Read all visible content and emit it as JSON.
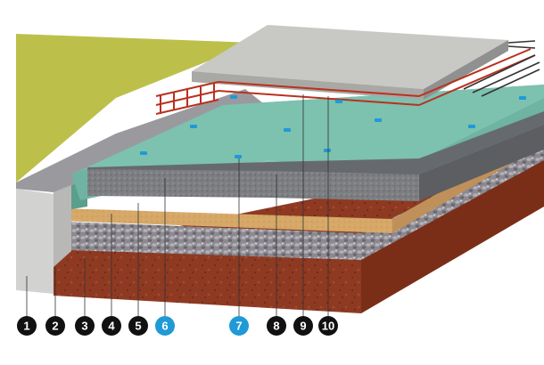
{
  "markers": [
    {
      "label": "1",
      "color": "#111111"
    },
    {
      "label": "2",
      "color": "#111111"
    },
    {
      "label": "3",
      "color": "#111111"
    },
    {
      "label": "4",
      "color": "#111111"
    },
    {
      "label": "5",
      "color": "#111111"
    },
    {
      "label": "6",
      "color": "#1f9ad6"
    },
    {
      "label": "7",
      "color": "#1f9ad6"
    },
    {
      "label": "8",
      "color": "#111111"
    },
    {
      "label": "9",
      "color": "#111111"
    },
    {
      "label": "10",
      "color": "#111111"
    }
  ],
  "colors": {
    "grass": "#bcc04a",
    "soil": "#8e3a22",
    "gravel": "#8c8a90",
    "sand": "#d6a868",
    "insulation": "#6fb3a2",
    "screed": "#808285",
    "concrete": "#c8c8c4",
    "wall": "#d2d2d0",
    "rebar": "#b8321f",
    "spacer": "#1f9ad6"
  }
}
